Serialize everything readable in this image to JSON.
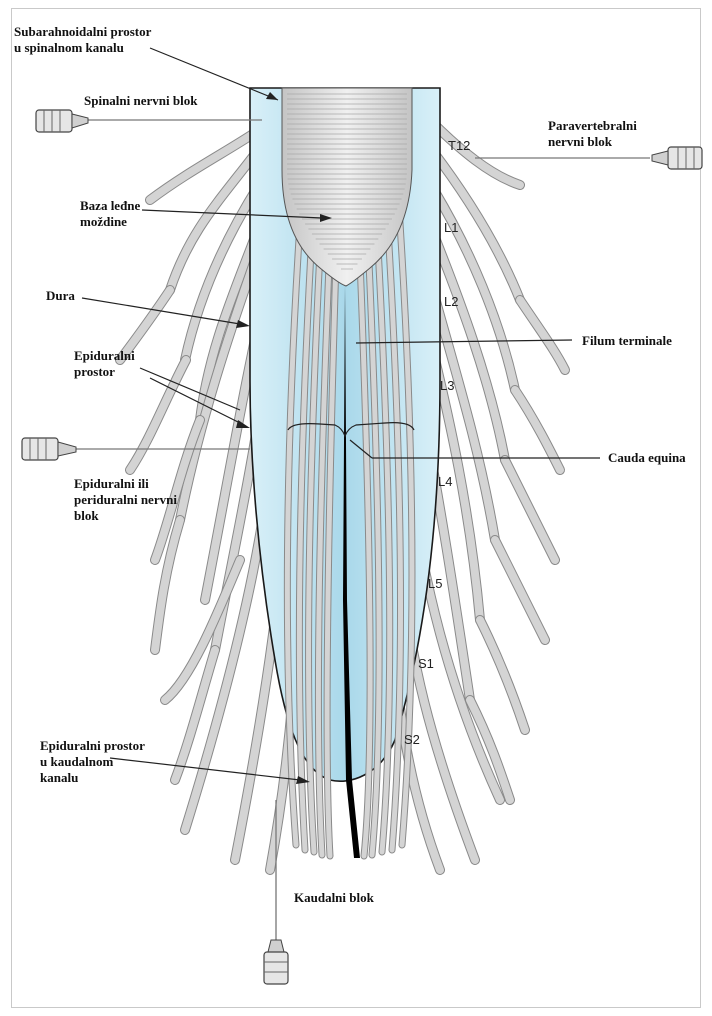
{
  "labels": {
    "subarachnoid": [
      "Subarahnoidalni prostor",
      "u spinalnom kanalu"
    ],
    "spinal_block": "Spinalni nervni blok",
    "paravertebral": [
      "Paravertebralni",
      "nervni blok"
    ],
    "cord_base": [
      "Baza leđne",
      "moždine"
    ],
    "dura": "Dura",
    "filum": "Filum terminale",
    "epidural_space": [
      "Epiduralni",
      "prostor"
    ],
    "cauda": "Cauda equina",
    "epidural_block": [
      "Epiduralni ili",
      "periduralni nervni",
      "blok"
    ],
    "caudal_space": [
      "Epiduralni prostor",
      "u kaudalnom",
      "kanalu"
    ],
    "caudal_block": "Kaudalni blok"
  },
  "segments": [
    "T12",
    "L1",
    "L2",
    "L3",
    "L4",
    "L5",
    "S1",
    "S2"
  ],
  "colors": {
    "csf": "#bfe3f0",
    "csf_dark": "#8fcbe2",
    "nerve": "#d4d4d4",
    "nerve_edge": "#8a8a8a",
    "cord": "#dcdcdc",
    "filum": "#000000",
    "pointer": "#222222"
  }
}
